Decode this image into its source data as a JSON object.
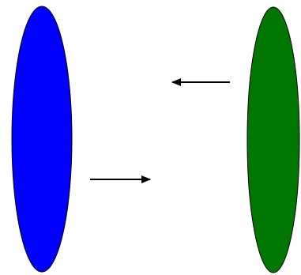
{
  "diagram": {
    "shapes": [
      {
        "id": "left-ellipse",
        "shape": "ellipse",
        "fill": "#0000ff",
        "stroke": "#000000"
      },
      {
        "id": "right-ellipse",
        "shape": "ellipse",
        "fill": "#007700",
        "stroke": "#000000"
      }
    ],
    "arrows": [
      {
        "id": "arrow-right-to-left",
        "direction": "left",
        "from": "right-ellipse",
        "to": "left-ellipse",
        "color": "#000000"
      },
      {
        "id": "arrow-left-to-right",
        "direction": "right",
        "from": "left-ellipse",
        "to": "right-ellipse",
        "color": "#000000"
      }
    ]
  }
}
